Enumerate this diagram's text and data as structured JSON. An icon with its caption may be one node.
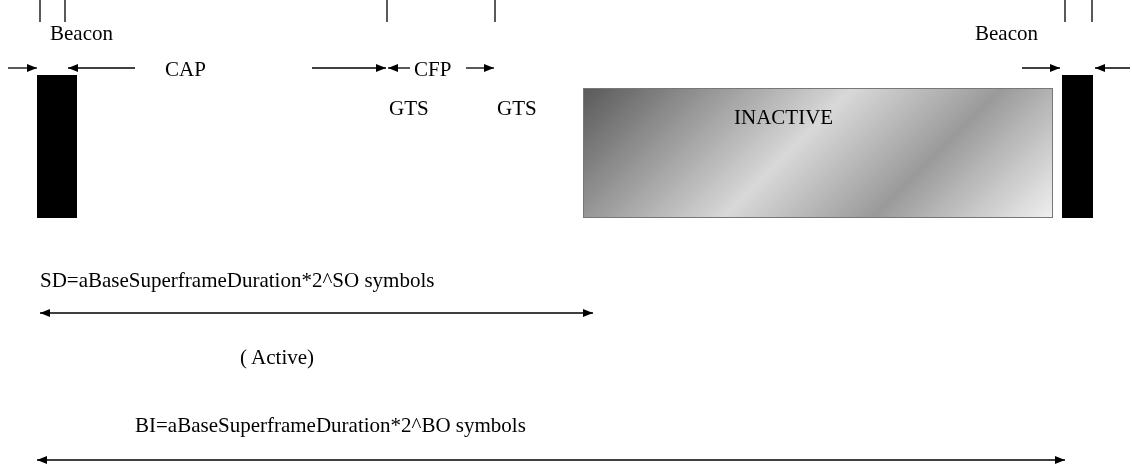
{
  "diagram": {
    "nodes": [
      {
        "text": [],
        "shape": "bar",
        "beside": [
          "Beacon"
        ]
      },
      {
        "text": [
          "INACTIVE"
        ]
      },
      {
        "text": [],
        "shape": "bar",
        "beside": [
          "Beacon"
        ]
      }
    ],
    "edges": [],
    "labels": [
      "CAP",
      "CFP",
      "GTS",
      "GTS",
      "SD=aBaseSuperframeDuration*2^SO symbols",
      "( Active)",
      "BI=aBaseSuperframeDuration*2^BO symbols"
    ]
  }
}
